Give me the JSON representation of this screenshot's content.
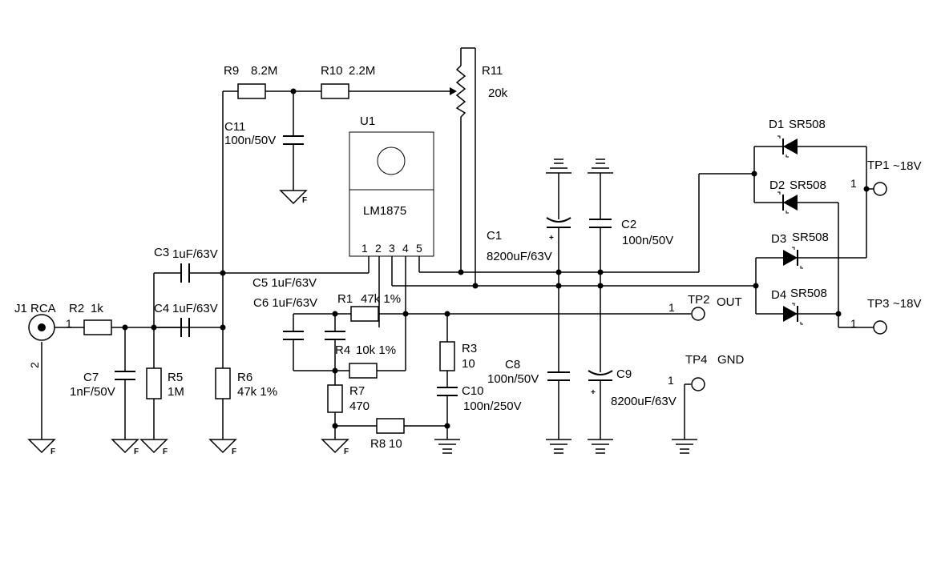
{
  "labels": {
    "r9_ref": "R9",
    "r9_val": "8.2M",
    "r10_ref": "R10",
    "r10_val": "2.2M",
    "r11_ref": "R11",
    "r11_val": "20k",
    "c11_ref": "C11",
    "c11_val": "100n/50V",
    "u1_ref": "U1",
    "u1_part": "LM1875",
    "u1_p1": "1",
    "u1_p2": "2",
    "u1_p3": "3",
    "u1_p4": "4",
    "u1_p5": "5",
    "c3": "C3",
    "c3_val": "1uF/63V",
    "c5": "C5 1uF/63V",
    "c4": "C4",
    "c4_val": "1uF/63V",
    "c6": "C6 1uF/63V",
    "j1": "J1 RCA",
    "j1_p1": "1",
    "j1_p2": "2",
    "r2": "R2",
    "r2_val": "1k",
    "c7": "C7",
    "c7_val": "1nF/50V",
    "r5": "R5",
    "r5_val": "1M",
    "r6": "R6",
    "r6_val": "47k 1%",
    "r1": "R1",
    "r1_val": "47k 1%",
    "r4": "R4",
    "r4_val": "10k 1%",
    "r7": "R7",
    "r7_val": "470",
    "r8": "R8",
    "r8_val": "10",
    "r3": "R3",
    "r3_val": "10",
    "c10": "C10",
    "c10_val": "100n/250V",
    "c1": "C1",
    "c1_val": "8200uF/63V",
    "c2": "C2",
    "c2_val": "100n/50V",
    "c8": "C8",
    "c8_val": "100n/50V",
    "c9": "C9",
    "c9_val": "8200uF/63V",
    "d1": "D1",
    "d1_val": "SR508",
    "d2": "D2",
    "d2_val": "SR508",
    "d3": "D3",
    "d3_val": "SR508",
    "d4": "D4",
    "d4_val": "SR508",
    "tp1": "TP1",
    "tp1_val": "~18V",
    "tp1_pin": "1",
    "tp2": "TP2",
    "tp2_val": "OUT",
    "tp2_pin": "1",
    "tp3": "TP3",
    "tp3_val": "~18V",
    "tp3_pin": "1",
    "tp4": "TP4",
    "tp4_val": "GND",
    "tp4_pin": "1",
    "plus_sign": "+",
    "gnd_f": "F"
  }
}
